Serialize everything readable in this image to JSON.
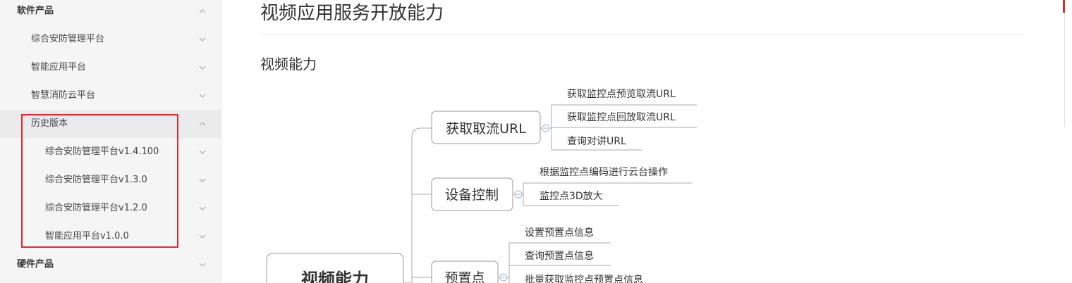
{
  "sidebar": {
    "items": [
      {
        "label": "软件产品",
        "level": 1,
        "expanded": true
      },
      {
        "label": "综合安防管理平台",
        "level": 2,
        "expanded": false
      },
      {
        "label": "智能应用平台",
        "level": 2,
        "expanded": false
      },
      {
        "label": "智慧消防云平台",
        "level": 2,
        "expanded": false
      },
      {
        "label": "历史版本",
        "level": 2,
        "expanded": true,
        "active": true
      },
      {
        "label": "综合安防管理平台v1.4.100",
        "level": 3,
        "expanded": false
      },
      {
        "label": "综合安防管理平台v1.3.0",
        "level": 3,
        "expanded": false
      },
      {
        "label": "综合安防管理平台v1.2.0",
        "level": 3,
        "expanded": false
      },
      {
        "label": "智能应用平台v1.0.0",
        "level": 3,
        "expanded": false
      },
      {
        "label": "硬件产品",
        "level": 1,
        "expanded": false
      }
    ]
  },
  "main": {
    "page_title": "视频应用服务开放能力",
    "section_title": "视频能力"
  },
  "mindmap": {
    "root": "视频能力",
    "branches": [
      {
        "label": "获取取流URL",
        "leaves": [
          "获取监控点预览取流URL",
          "获取监控点回放取流URL",
          "查询对讲URL"
        ]
      },
      {
        "label": "设备控制",
        "leaves": [
          "根据监控点编码进行云台操作",
          "监控点3D放大"
        ]
      },
      {
        "label": "预置点",
        "leaves": [
          "设置预置点信息",
          "查询预置点信息",
          "批量获取监控点预置点信息"
        ]
      }
    ]
  },
  "colors": {
    "accent_red": "#e6262e",
    "node_border": "#999999",
    "line": "#a8a8a8"
  },
  "icons": {
    "chevron_up": "chevron-up-icon",
    "chevron_down": "chevron-down-icon",
    "collapse": "collapse-circle-icon"
  }
}
